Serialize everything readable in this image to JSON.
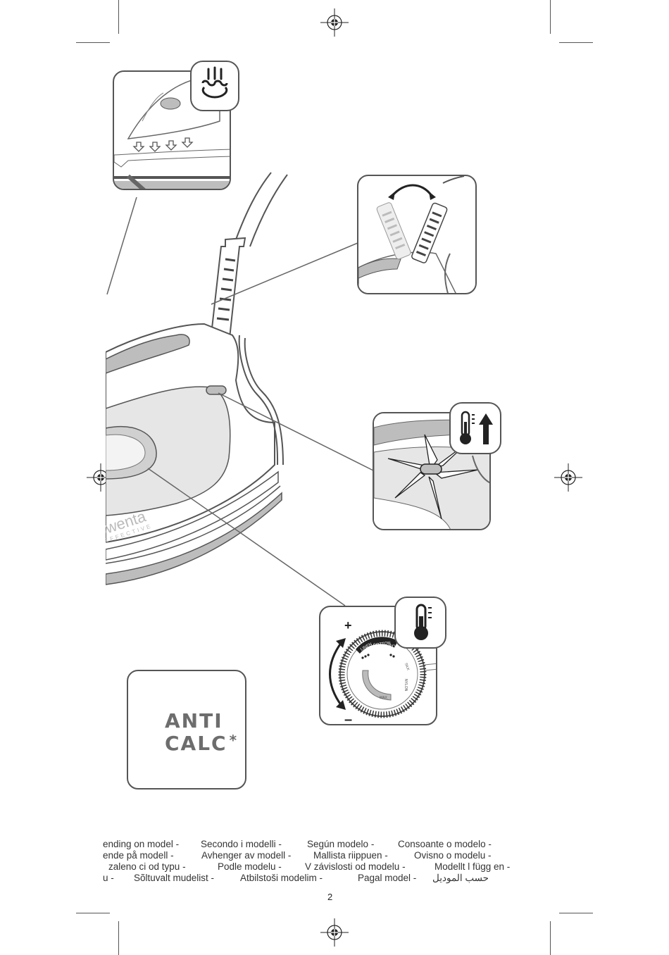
{
  "anti_calc": {
    "line1": "ANTI",
    "line2": "CALC",
    "star": "*"
  },
  "footnote": {
    "rows": [
      [
        "еnding on model -",
        "Secondo i modelli -",
        "Según modelo -",
        "Consoante o modelo -"
      ],
      [
        "еnde på modell -",
        "Avhenger av modell -",
        "Mallista riippuen -",
        "Ovisno o modelu -"
      ],
      [
        "zaleno  ci od typu -",
        "Podle modelu -",
        "V závislosti od modelu -",
        "Modellt  l függ  en -"
      ],
      [
        "u -",
        "Sõltuvalt mudelist -",
        "Atbilstoši modelim -",
        "Pagal model  -",
        "حسب الموديل"
      ]
    ]
  },
  "dial": {
    "plus": "+",
    "minus": "–",
    "labels": [
      "LINEN",
      "COTTON",
      "WOOL",
      "SILK",
      "NYLON",
      "MAX"
    ]
  },
  "iron": {
    "brand": "owenta",
    "series": "EFFECTIVE"
  },
  "page_number": "2",
  "colors": {
    "line": "#555555",
    "grey_fill": "#bdbdbd",
    "light_fill": "#e6e6e6",
    "text": "#3a3a3a"
  },
  "icons": [
    "steam-icon",
    "thermometer-icon",
    "arrow-up-icon",
    "registration-mark-icon"
  ]
}
